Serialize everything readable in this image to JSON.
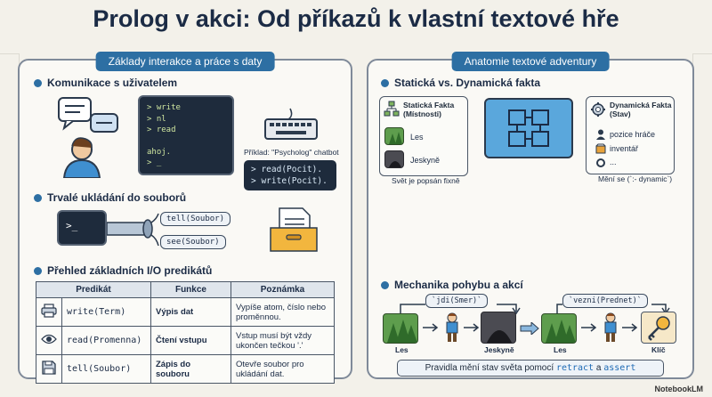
{
  "title": "Prolog v akci: Od příkazů k vlastní textové hře",
  "left_panel": {
    "header": "Základy interakce a práce s daty",
    "section_comm": "Komunikace s uživatelem",
    "terminal_lines": [
      "> write",
      "> nl",
      "> read",
      "",
      "ahoj.",
      "> _"
    ],
    "chatbot_label": "Příklad: \"Psycholog\" chatbot",
    "chatbot_code": [
      "> read(Pocit).",
      "> write(Pocit)."
    ],
    "section_files": "Trvalé ukládání do souborů",
    "file_terminal": ">_",
    "tell_label": "tell(Soubor)",
    "see_label": "see(Soubor)",
    "section_io": "Přehled základních I/O predikátů",
    "table": {
      "headers": [
        "Predikát",
        "Funkce",
        "Poznámka"
      ],
      "rows": [
        {
          "icon": "printer-icon",
          "predicate": "write(Term)",
          "function": "Výpis dat",
          "note": "Vypíše atom, číslo nebo proměnnou."
        },
        {
          "icon": "eye-icon",
          "predicate": "read(Promenna)",
          "function": "Čtení vstupu",
          "note": "Vstup musí být vždy ukončen tečkou '.'"
        },
        {
          "icon": "floppy-disk-icon",
          "predicate": "tell(Soubor)",
          "function": "Zápis do souboru",
          "note": "Otevře soubor pro ukládání dat."
        }
      ]
    }
  },
  "right_panel": {
    "header": "Anatomie textové adventury",
    "section_facts": "Statická vs. Dynamická fakta",
    "static_title": "Statická Fakta (Místnosti)",
    "static_items": [
      "Les",
      "Jeskyně"
    ],
    "static_note": "Svět je popsán fixně",
    "dynamic_title": "Dynamická Fakta (Stav)",
    "dynamic_items": [
      "pozice hráče",
      "inventář",
      "..."
    ],
    "dynamic_note": "Mění se (`:- dynamic`)",
    "section_move": "Mechanika pohybu a akcí",
    "move_action1": "`jdi(Smer)`",
    "move_action2": "`vezni(Prednet)`",
    "move_labels": [
      "Les",
      "Jeskyně",
      "Les",
      "Klíč"
    ],
    "rule_prefix": "Pravidla mění stav světa pomocí ",
    "rule_retract": "retract",
    "rule_mid": " a ",
    "rule_assert": "assert"
  },
  "footer": "NotebookLM",
  "colors": {
    "accent": "#2d6fa3",
    "title": "#1b2b45",
    "terminal": "#1e2b3c",
    "background": "#f3f1ea"
  }
}
